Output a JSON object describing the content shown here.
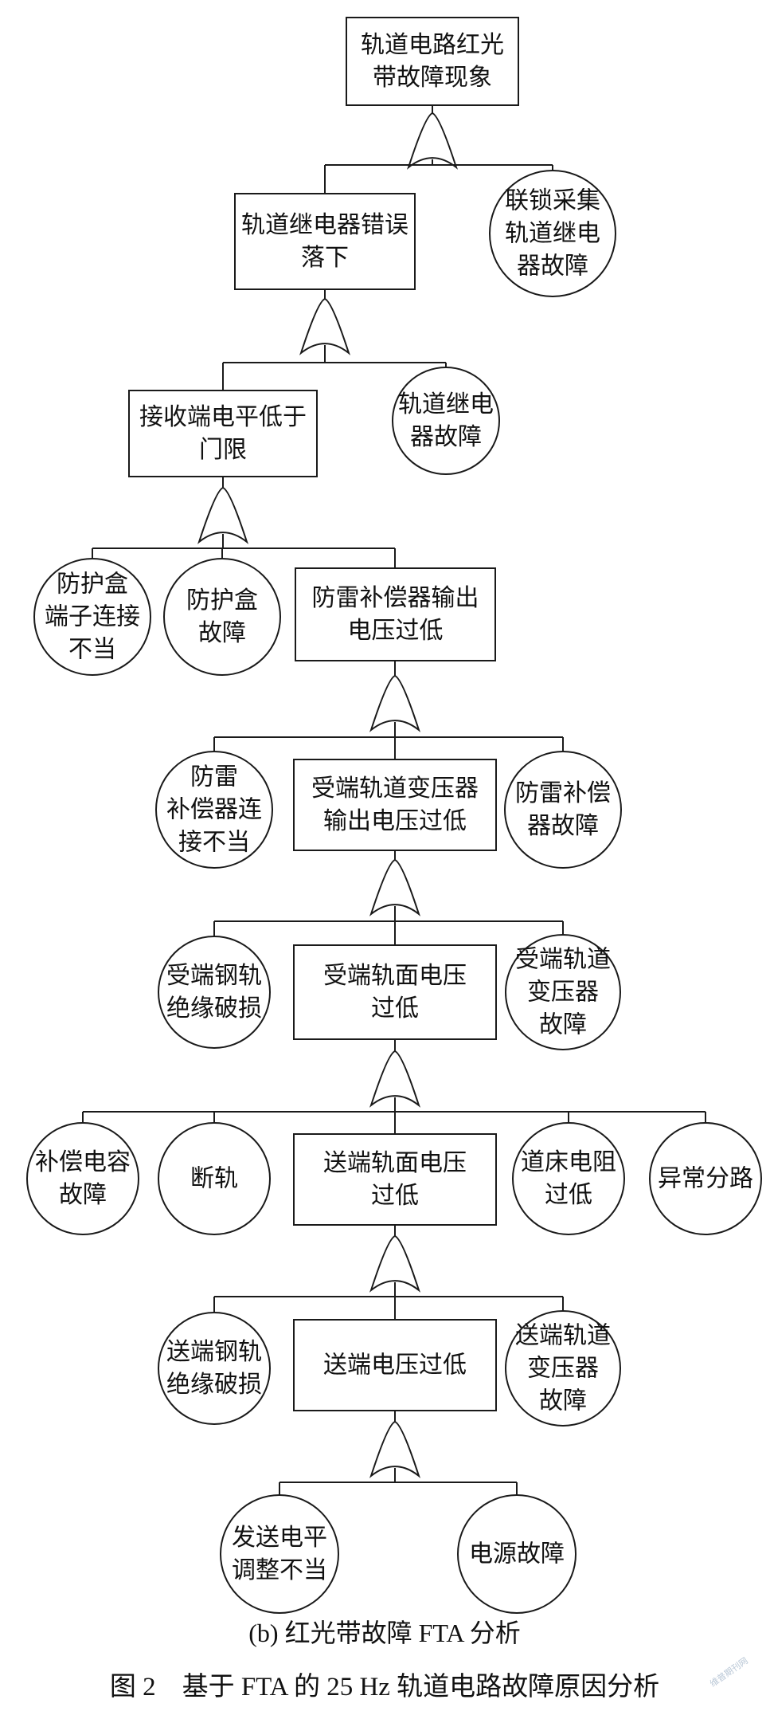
{
  "caption_sub": "(b) 红光带故障 FTA 分析",
  "caption_main": "图 2　基于 FTA 的 25 Hz 轨道电路故障原因分析",
  "watermark": "维普期刊网",
  "nodes": {
    "top": [
      "轨道电路红光",
      "带故障现象"
    ],
    "relay_drop": [
      "轨道继电器错误",
      "落下"
    ],
    "interlock": [
      "联锁采集",
      "轨道继电",
      "器故障"
    ],
    "recv_level": [
      "接收端电平低于",
      "门限"
    ],
    "relay_fault": [
      "轨道继电",
      "器故障"
    ],
    "box_term": [
      "防护盒",
      "端子连接",
      "不当"
    ],
    "box_fault": [
      "防护盒",
      "故障"
    ],
    "comp_out": [
      "防雷补偿器输出",
      "电压过低"
    ],
    "comp_conn": [
      "防雷",
      "补偿器连",
      "接不当"
    ],
    "rx_xfmr_out": [
      "受端轨道变压器",
      "输出电压过低"
    ],
    "comp_fault": [
      "防雷补偿",
      "器故障"
    ],
    "rx_insul": [
      "受端钢轨",
      "绝缘破损"
    ],
    "rx_rail_v": [
      "受端轨面电压",
      "过低"
    ],
    "rx_xfmr": [
      "受端轨道",
      "变压器",
      "故障"
    ],
    "cap_fault": [
      "补偿电容",
      "故障"
    ],
    "break_rail": [
      "断轨"
    ],
    "tx_rail_v": [
      "送端轨面电压",
      "过低"
    ],
    "ballast": [
      "道床电阻",
      "过低"
    ],
    "abn_shunt": [
      "异常分路"
    ],
    "tx_insul": [
      "送端钢轨",
      "绝缘破损"
    ],
    "tx_v": [
      "送端电压过低"
    ],
    "tx_xfmr": [
      "送端轨道",
      "变压器",
      "故障"
    ],
    "tx_level": [
      "发送电平",
      "调整不当"
    ],
    "power": [
      "电源故障"
    ]
  }
}
